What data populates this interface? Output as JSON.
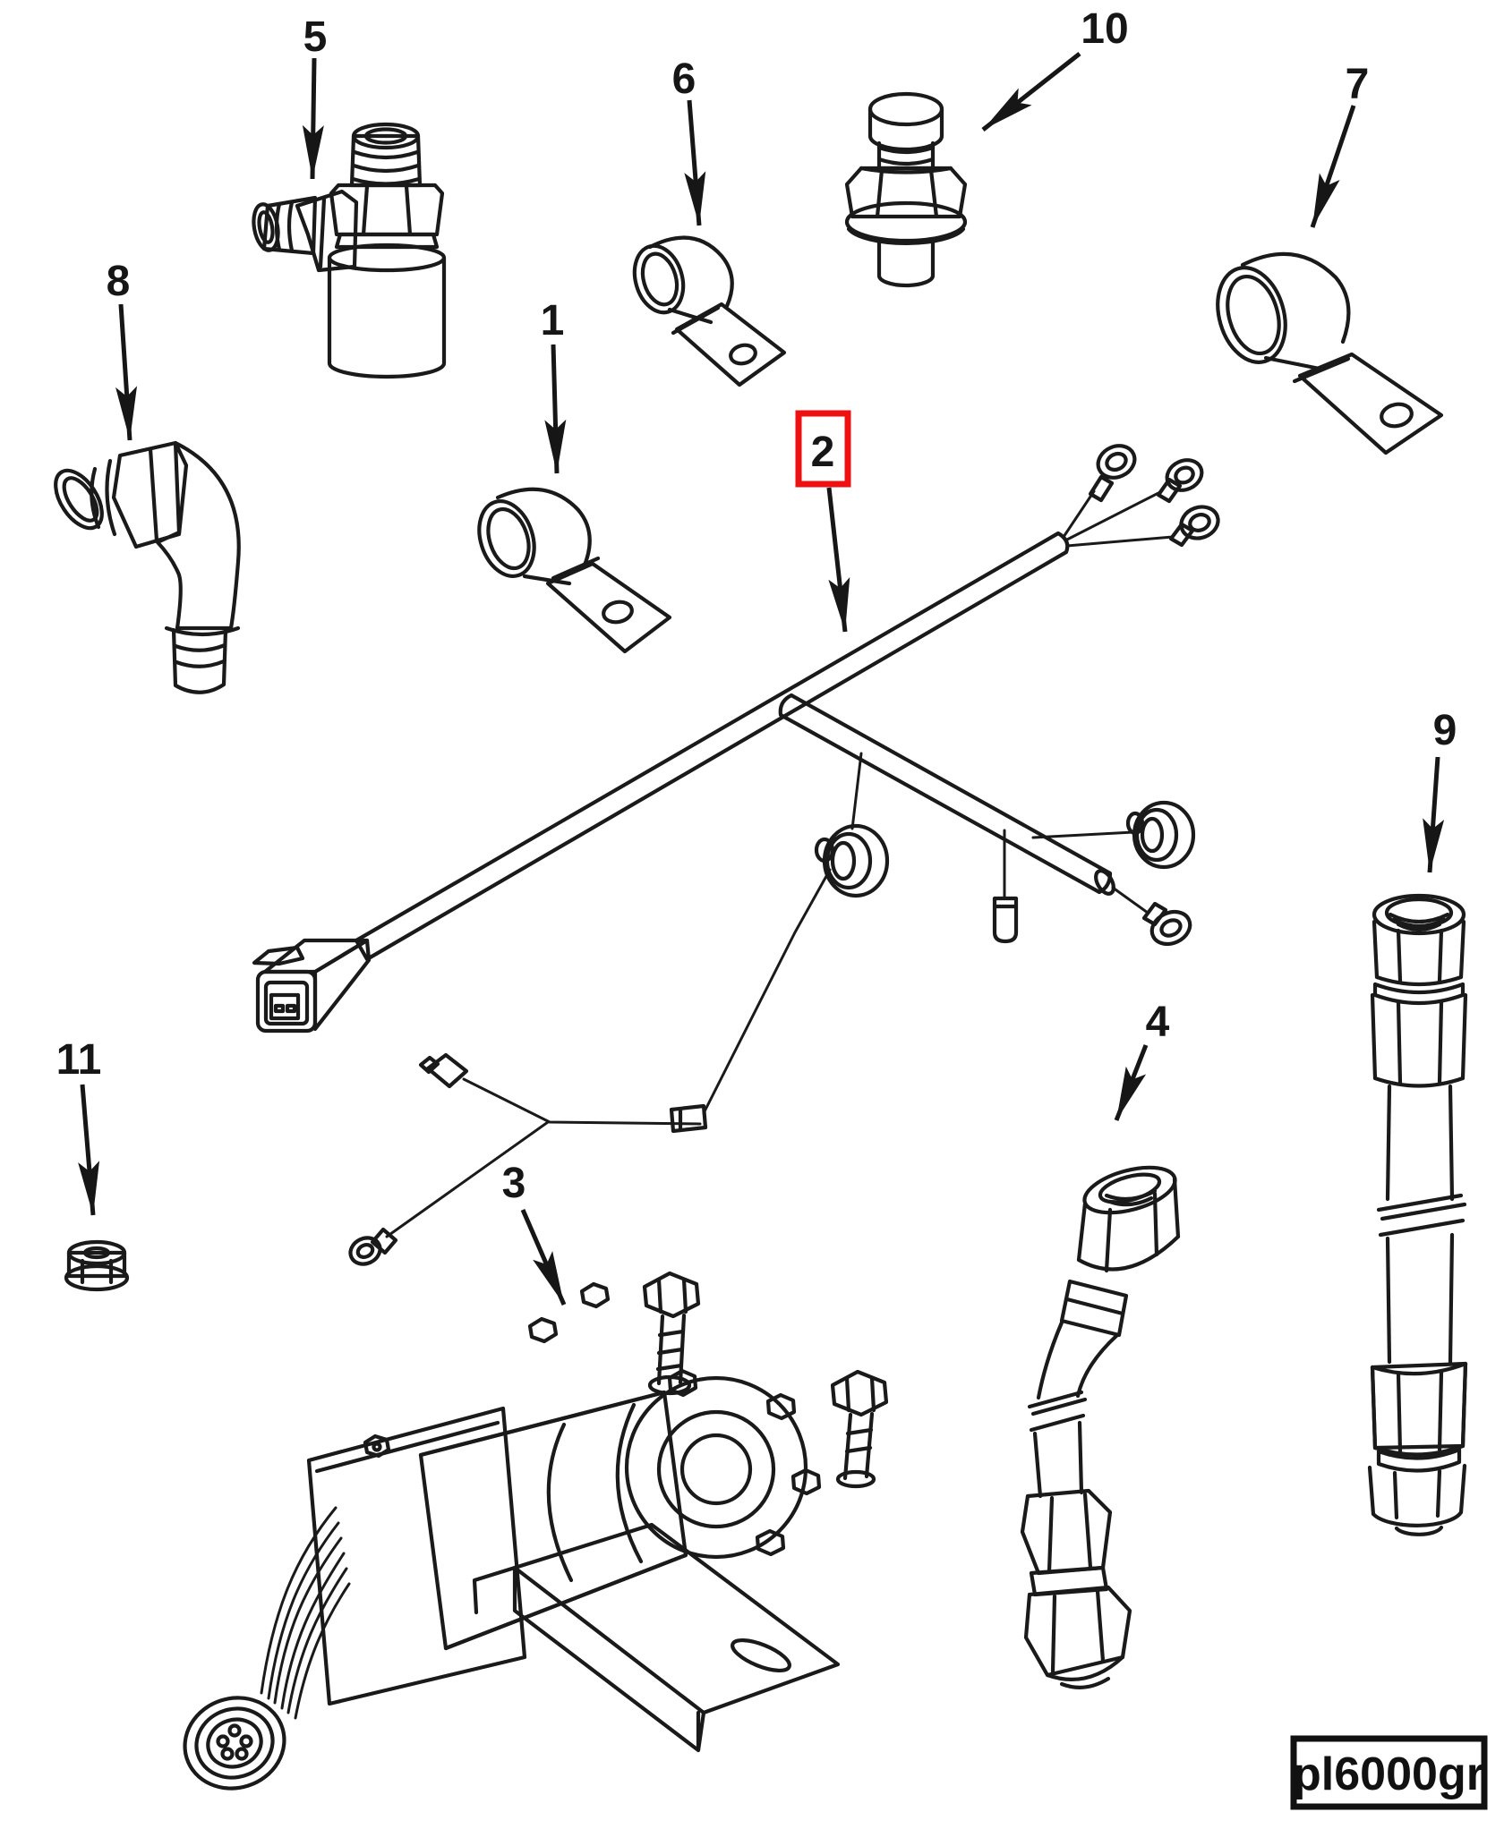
{
  "diagram": {
    "type": "exploded-parts-diagram",
    "drawing_code": "pl6000gr",
    "background_color": "#ffffff",
    "line_color": "#1a1a1a",
    "highlight_color": "#ee1111",
    "highlighted_callout": "2",
    "callouts": [
      {
        "label": "1"
      },
      {
        "label": "2"
      },
      {
        "label": "3"
      },
      {
        "label": "4"
      },
      {
        "label": "5"
      },
      {
        "label": "6"
      },
      {
        "label": "7"
      },
      {
        "label": "8"
      },
      {
        "label": "9"
      },
      {
        "label": "10"
      },
      {
        "label": "11"
      }
    ]
  }
}
